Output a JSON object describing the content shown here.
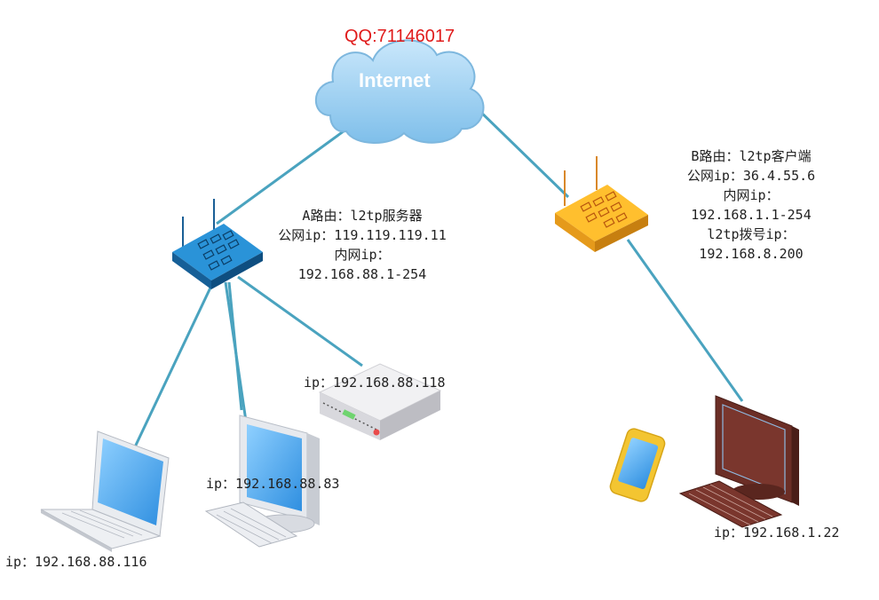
{
  "watermark": "QQ:71146017",
  "cloud": {
    "label": "Internet"
  },
  "router_a": {
    "lines": [
      "A路由：l2tp服务器",
      "公网ip：119.119.119.11",
      "内网ip：",
      "192.168.88.1-254"
    ]
  },
  "router_b": {
    "lines": [
      "B路由：l2tp客户端",
      "公网ip：36.4.55.6",
      "内网ip：",
      "192.168.1.1-254",
      "l2tp拨号ip：",
      "192.168.8.200"
    ]
  },
  "devices": {
    "server_ip": "ip：192.168.88.118",
    "desktop_ip": "ip：192.168.88.83",
    "laptop_ip": "ip：192.168.88.116",
    "remote_pc_ip": "ip：192.168.1.22"
  },
  "colors": {
    "link": "#4aa3bf",
    "router_a": "#1c79c0",
    "router_b": "#f5a623",
    "cloud": "#9fd0f0",
    "watermark": "#e01b1b"
  }
}
